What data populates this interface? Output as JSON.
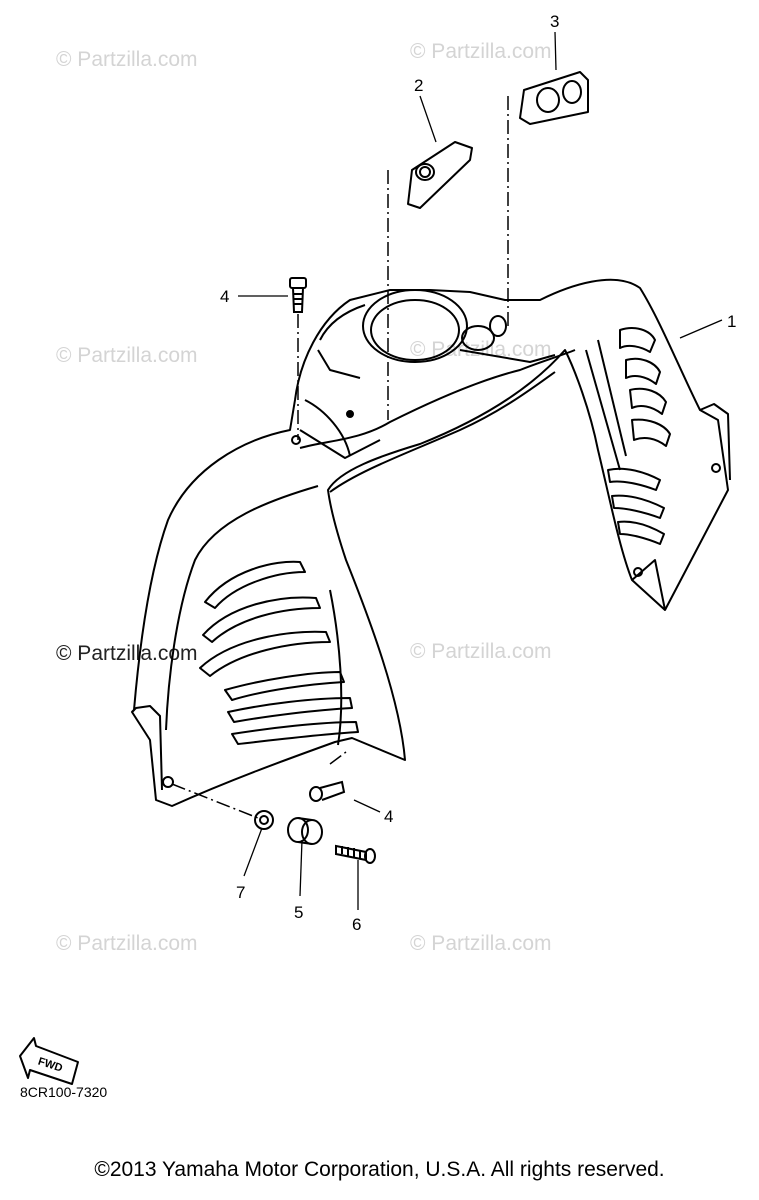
{
  "watermarks": [
    "© Partzilla.com",
    "© Partzilla.com",
    "© Partzilla.com",
    "© Partzilla.com",
    "© Partzilla.com",
    "© Partzilla.com",
    "© Partzilla.com",
    "© Partzilla.com"
  ],
  "callouts": [
    "1",
    "2",
    "3",
    "4",
    "4",
    "5",
    "6",
    "7"
  ],
  "fwd_label": "FWD",
  "diagram_code": "8CR100-7320",
  "copyright": "©2013 Yamaha Motor Corporation, U.S.A. All rights reserved."
}
